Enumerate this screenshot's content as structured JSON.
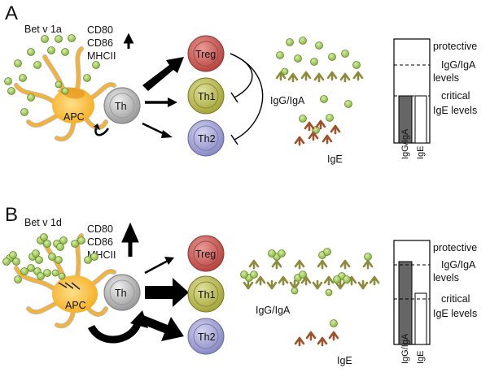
{
  "panels": [
    {
      "letter": "A",
      "antigen": "Bet v 1a",
      "markers": [
        "CD80",
        "CD86",
        "MHCII"
      ],
      "apc": "APC",
      "th": "Th",
      "cells": [
        "Treg",
        "Th1",
        "Th2"
      ],
      "antibody_main": "IgG/IgA",
      "antibody_ige": "IgE",
      "bars": {
        "labels": [
          "IgG/IgA",
          "IgE"
        ],
        "igg_level": 0.5,
        "ige_level": 0.5
      },
      "levels": [
        "protective",
        "IgG/IgA",
        "levels",
        "critical",
        "IgE levels"
      ]
    },
    {
      "letter": "B",
      "antigen": "Bet v 1d",
      "markers": [
        "CD80",
        "CD86",
        "MHCII"
      ],
      "apc": "APC",
      "th": "Th",
      "cells": [
        "Treg",
        "Th1",
        "Th2"
      ],
      "antibody_main": "IgG/IgA",
      "antibody_ige": "IgE",
      "bars": {
        "labels": [
          "IgG/IgA",
          "IgE"
        ],
        "igg_level": 0.88,
        "ige_level": 0.54
      },
      "levels": [
        "protective",
        "IgG/IgA",
        "levels",
        "critical",
        "IgE levels"
      ]
    }
  ],
  "colors": {
    "treg": "#c0504d",
    "th1": "#b8b84a",
    "th2": "#9d9dd0",
    "th": "#b5b5b5",
    "apc": "#f7b731",
    "antigen": "#9ccc54",
    "igg": "#8c8c3c",
    "ige": "#a0522d",
    "bar_fill": "#666666"
  }
}
